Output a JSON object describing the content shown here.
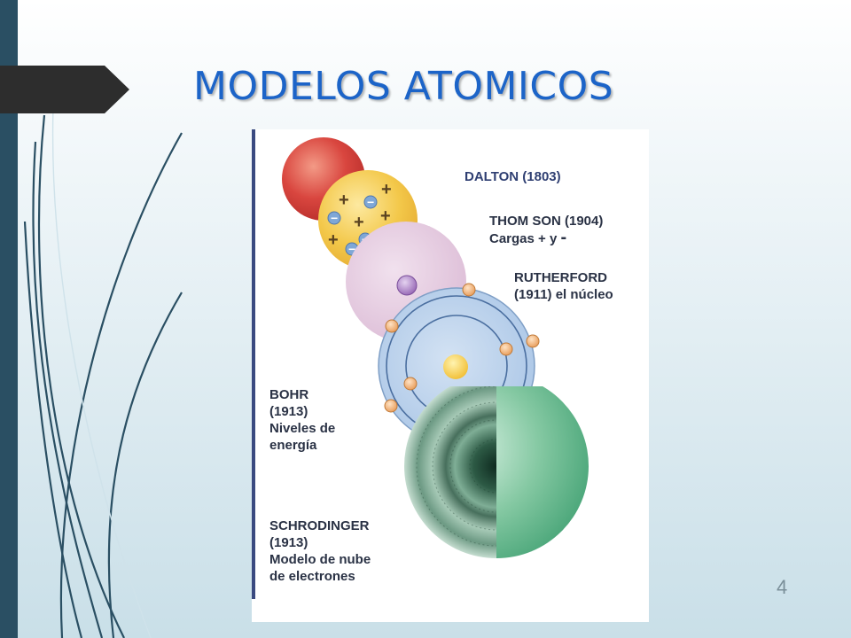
{
  "slide": {
    "title": "MODELOS ATOMICOS",
    "page_number": "4"
  },
  "figure": {
    "dalton": {
      "line1": "DALTON (1803)"
    },
    "thomson": {
      "line1": "THOM SON (1904)",
      "line2": "Cargas + y",
      "minus": "-"
    },
    "rutherford": {
      "line1": "RUTHERFORD",
      "line2": "(1911) el núcleo"
    },
    "bohr": {
      "line1": "BOHR",
      "line2": "(1913)",
      "line3": "Niveles de",
      "line4": "energía"
    },
    "schrodinger": {
      "line1": "SCHRODINGER",
      "line2": "(1913)",
      "line3": "Modelo de nube",
      "line4": "de electrones"
    },
    "thomson_charges": {
      "plus": "+",
      "minus": "−"
    }
  },
  "colors": {
    "accent_title": "#1c64c8",
    "sidebar": "#2a4f63",
    "dalton_sphere": "#d9463f",
    "thomson_sphere": "#f3c84a",
    "rutherford_sphere": "#e3c4dc",
    "bohr_sphere": "#b8d0ea",
    "schrodinger_sphere": "#5fb98a"
  },
  "icons": {
    "title_tab": "arrow-tab-shape"
  }
}
